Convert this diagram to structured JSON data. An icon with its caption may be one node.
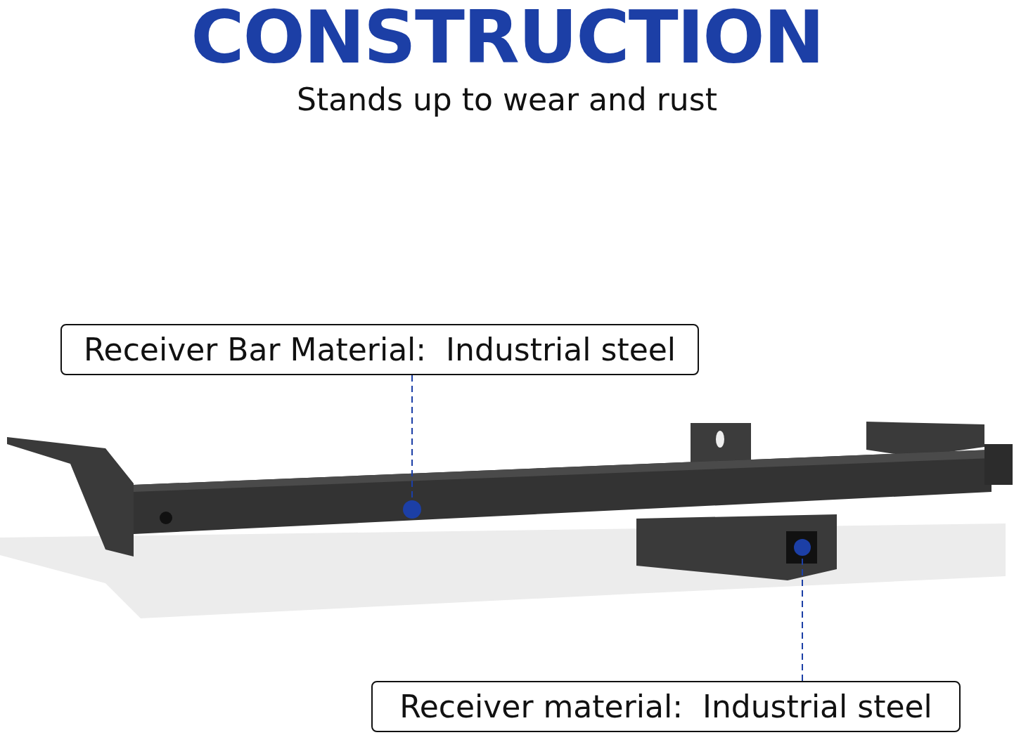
{
  "diagram": {
    "title": "CONSTRUCTION",
    "nodes": [
      {
        "text": [
          "Receiver Bar Material:  Industrial steel"
        ]
      },
      {
        "text": [],
        "shape": "circle"
      },
      {
        "text": [
          "Receiver material:  Industrial steel"
        ]
      },
      {
        "text": [],
        "shape": "circle"
      }
    ],
    "edges": [
      {
        "from": 0,
        "to": 1,
        "arrow": "none",
        "style": "dashed"
      },
      {
        "from": 2,
        "to": 3,
        "arrow": "none",
        "style": "dashed"
      }
    ],
    "labels": [
      "Stands up to wear and rust"
    ]
  }
}
